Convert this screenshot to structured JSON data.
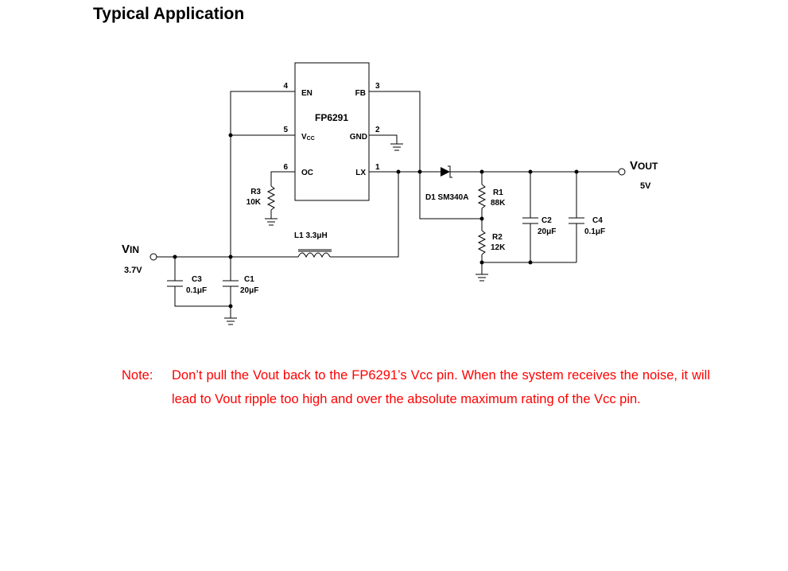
{
  "title": "Typical Application",
  "chip": {
    "name": "FP6291",
    "pins": {
      "en": {
        "num": "4",
        "label": "EN"
      },
      "vcc": {
        "num": "5",
        "label_main": "V",
        "label_sub": "CC"
      },
      "oc": {
        "num": "6",
        "label": "OC"
      },
      "fb": {
        "num": "3",
        "label": "FB"
      },
      "gnd": {
        "num": "2",
        "label": "GND"
      },
      "lx": {
        "num": "1",
        "label": "LX"
      }
    }
  },
  "components": {
    "r3": {
      "ref": "R3",
      "value": "10K"
    },
    "l1": {
      "label": "L1  3.3μH"
    },
    "d1": {
      "label": "D1  SM340A"
    },
    "r1": {
      "ref": "R1",
      "value": "88K"
    },
    "r2": {
      "ref": "R2",
      "value": "12K"
    },
    "c2": {
      "ref": "C2",
      "value": "20μF"
    },
    "c4": {
      "ref": "C4",
      "value": "0.1μF"
    },
    "c3": {
      "ref": "C3",
      "value": "0.1μF"
    },
    "c1": {
      "ref": "C1",
      "value": "20μF"
    }
  },
  "vin": {
    "label_main": "V",
    "label_sub": "IN",
    "voltage": "3.7V"
  },
  "vout": {
    "label_main": "V",
    "label_sub": "OUT",
    "voltage": "5V"
  },
  "note": {
    "label": "Note:",
    "text": "Don’t pull the Vout back to the FP6291’s Vcc pin. When the system receives the noise, it will lead to Vout ripple too high and over the absolute maximum rating of the Vcc pin."
  }
}
